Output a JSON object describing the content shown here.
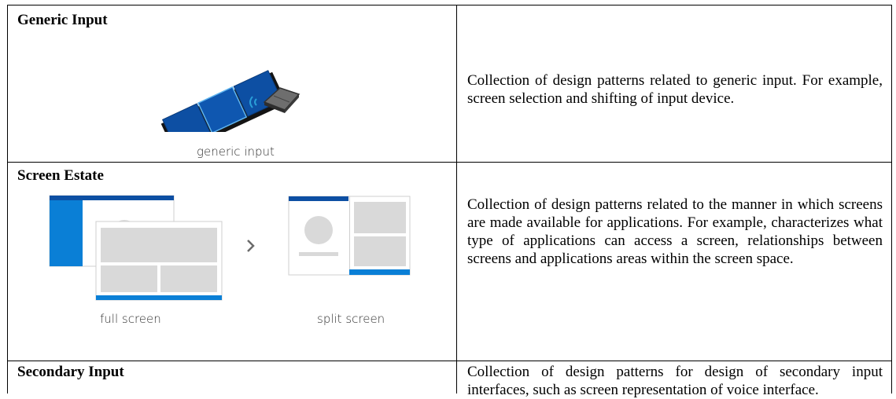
{
  "rows": [
    {
      "title": "Generic Input",
      "description": "Collection of design patterns related to generic input. For example, screen selection and shifting of input device.",
      "figure_caption": "generic input"
    },
    {
      "title": "Screen Estate",
      "description": "Collection of design patterns related to the manner in which screens are made available for applications. For example, characterizes what type of applications can access a screen, relationships between screens and applications areas within the screen space.",
      "figure_captions": [
        "full screen",
        "split screen"
      ]
    },
    {
      "title": "Secondary Input",
      "description": "Collection of design patterns for design of secondary input interfaces, such as screen representation of voice interface."
    }
  ],
  "colors": {
    "screen_blue": "#0d4fa3",
    "screen_dark": "#1a1a1a",
    "panel_gray": "#d9d9d9",
    "accent_blue": "#0a7fd6",
    "signal_blue": "#2a9fd8"
  },
  "icons": {
    "chevron": "chevron-right-icon",
    "mouse": "mouse-icon",
    "wifi": "wireless-signal-icon"
  }
}
